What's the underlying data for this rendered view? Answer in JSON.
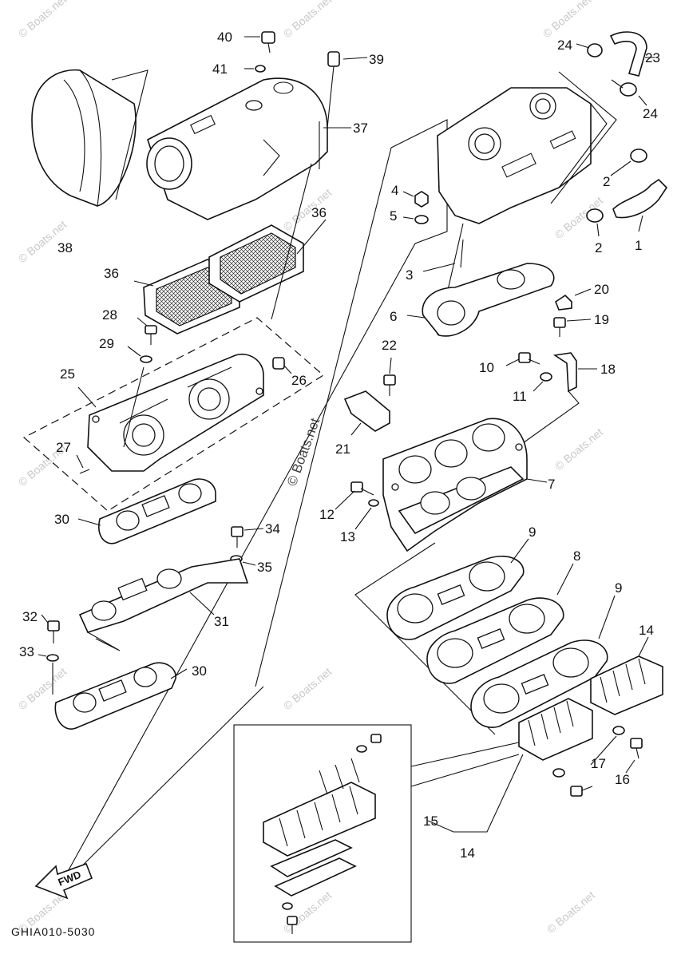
{
  "diagram_code": "GHIA010-5030",
  "fwd_label": "FWD",
  "watermark": "© Boats.net",
  "callouts": {
    "c1": "1",
    "c2a": "2",
    "c2b": "2",
    "c3": "3",
    "c4": "4",
    "c5": "5",
    "c6": "6",
    "c7": "7",
    "c8": "8",
    "c9a": "9",
    "c9b": "9",
    "c10": "10",
    "c11": "11",
    "c12": "12",
    "c13": "13",
    "c14a": "14",
    "c14b": "14",
    "c15": "15",
    "c16": "16",
    "c17": "17",
    "c18": "18",
    "c19": "19",
    "c20": "20",
    "c21": "21",
    "c22": "22",
    "c23": "23",
    "c24a": "24",
    "c24b": "24",
    "c25": "25",
    "c26": "26",
    "c27": "27",
    "c28": "28",
    "c29": "29",
    "c30a": "30",
    "c30b": "30",
    "c31": "31",
    "c32": "32",
    "c33": "33",
    "c34": "34",
    "c35": "35",
    "c36a": "36",
    "c36b": "36",
    "c37": "37",
    "c38": "38",
    "c39": "39",
    "c40": "40",
    "c41": "41"
  }
}
